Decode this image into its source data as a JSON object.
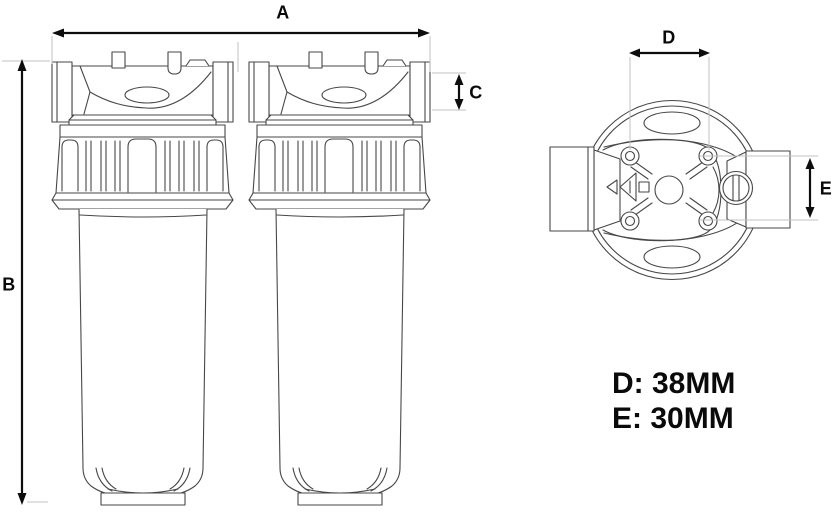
{
  "diagram": {
    "dimensions": {
      "a": {
        "label": "A"
      },
      "b": {
        "label": "B"
      },
      "c": {
        "label": "C"
      },
      "d": {
        "label": "D",
        "value_mm": 38
      },
      "e": {
        "label": "E",
        "value_mm": 30
      }
    },
    "specs": {
      "line1": "D: 38MM",
      "line2": "E: 30MM"
    }
  },
  "colors": {
    "artwork_line": "#474747",
    "dimension_line": "#0d0d0d",
    "extension_line": "#c0c0c0",
    "text": "#0a0a0a",
    "background": "#ffffff"
  }
}
